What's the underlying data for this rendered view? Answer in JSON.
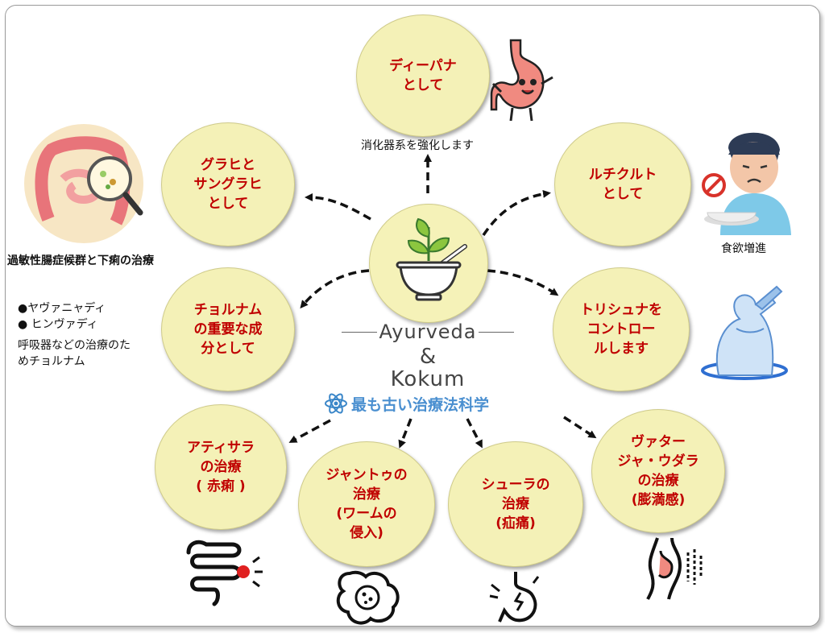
{
  "center": {
    "title": "Ayurveda",
    "ampersand": "&",
    "subtitle": "Kokum",
    "tagline": "最も古い治療法科学"
  },
  "nodes": {
    "deepana": "ディーパナ\nとして",
    "grahi": "グラヒと\nサングラヒ\nとして",
    "ruchi": "ルチクルト\nとして",
    "churnam": "チョルナム\nの重要な成\n分として",
    "trishna": "トリシュナを\nコントロー\nルします",
    "atisara": "アティサラ\nの治療\n( 赤痢 )",
    "jantu": "ジャントゥの\n治療\n(ワームの\n侵入)",
    "shula": "シューラの\n治療\n(疝痛)",
    "vata": "ヴァター\nジャ・ウダラ\nの治療\n(膨満感)"
  },
  "captions": {
    "digestion": "消化器系を強化します",
    "ibs": "過敏性腸症候群と下痢の治療",
    "appetite": "食欲増進",
    "bullet1": "●ヤヴァニャディ",
    "bullet2": "● ヒンヴァディ",
    "note1": "呼吸器などの治療のた",
    "note2": "めチョルナム"
  },
  "icons": [
    "stomach-icon",
    "intestine-icon",
    "sad-boy-icon",
    "drinking-man-icon",
    "mortar-pestle-icon",
    "atom-icon",
    "gut-pain-icon",
    "bacteria-gut-icon",
    "stomach-cramp-icon",
    "bloated-belly-icon"
  ],
  "colors": {
    "node_fill": "#f4f1b7",
    "node_text": "#c00000",
    "tagline": "#4a8fd0",
    "arrow": "#111111"
  }
}
